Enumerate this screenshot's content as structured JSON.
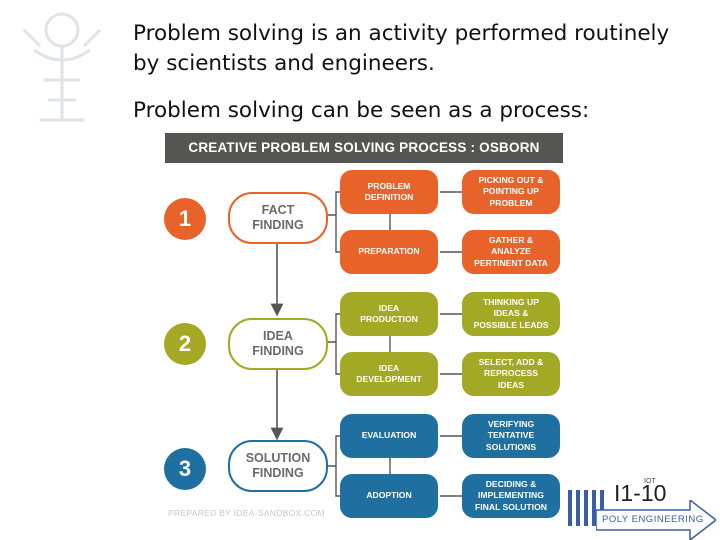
{
  "bullets": [
    "Problem solving is an activity performed routinely by scientists and engineers.",
    "Problem solving can be seen as a process:"
  ],
  "diagram": {
    "banner": "CREATIVE PROBLEM SOLVING PROCESS : OSBORN",
    "stages": [
      {
        "number": "1",
        "label_lines": [
          "FACT",
          "FINDING"
        ],
        "color": "#e8632a"
      },
      {
        "number": "2",
        "label_lines": [
          "IDEA",
          "FINDING"
        ],
        "color": "#a3a825"
      },
      {
        "number": "3",
        "label_lines": [
          "SOLUTION",
          "FINDING"
        ],
        "color": "#1f6fa0"
      }
    ],
    "steps": [
      {
        "left_lines": [
          "PROBLEM",
          "DEFINITION"
        ],
        "right_lines": [
          "PICKING OUT &",
          "POINTING UP",
          "PROBLEM"
        ],
        "color": "#e8632a"
      },
      {
        "left_lines": [
          "PREPARATION"
        ],
        "right_lines": [
          "GATHER &",
          "ANALYZE",
          "PERTINENT DATA"
        ],
        "color": "#e8632a"
      },
      {
        "left_lines": [
          "IDEA",
          "PRODUCTION"
        ],
        "right_lines": [
          "THINKING UP",
          "IDEAS &",
          "POSSIBLE LEADS"
        ],
        "color": "#a3a825"
      },
      {
        "left_lines": [
          "IDEA",
          "DEVELOPMENT"
        ],
        "right_lines": [
          "SELECT, ADD &",
          "REPROCESS",
          "IDEAS"
        ],
        "color": "#a3a825"
      },
      {
        "left_lines": [
          "EVALUATION"
        ],
        "right_lines": [
          "VERIFYING",
          "TENTATIVE",
          "SOLUTIONS"
        ],
        "color": "#1f6fa0"
      },
      {
        "left_lines": [
          "ADOPTION"
        ],
        "right_lines": [
          "DECIDING &",
          "IMPLEMENTING",
          "FINAL SOLUTION"
        ],
        "color": "#1f6fa0"
      }
    ],
    "credit": "PREPARED BY IDEA-SANDBOX.COM"
  },
  "footer": {
    "code": "I1-10",
    "superscript": "IOT",
    "label": "POLY ENGINEERING",
    "accent": "#3a5fa8"
  }
}
